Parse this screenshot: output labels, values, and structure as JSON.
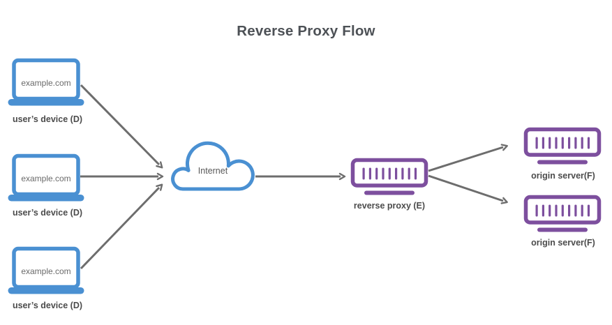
{
  "title": "Reverse Proxy Flow",
  "colors": {
    "device_blue": "#4a90d2",
    "server_purple": "#7d4f9e",
    "arrow_gray": "#6d6d6d",
    "title_text": "#4d5156",
    "label_text": "#4b4b4b",
    "muted_text": "#6a6a6a"
  },
  "nodes": {
    "devices": [
      {
        "screen_text": "example.com",
        "label": "user’s device (D)"
      },
      {
        "screen_text": "example.com",
        "label": "user’s device (D)"
      },
      {
        "screen_text": "example.com",
        "label": "user’s device (D)"
      }
    ],
    "internet": {
      "label": "Internet"
    },
    "reverse_proxy": {
      "label": "reverse proxy (E)"
    },
    "origin_servers": [
      {
        "label": "origin server(F)"
      },
      {
        "label": "origin server(F)"
      }
    ]
  },
  "edges": [
    {
      "from": "user-device-1",
      "to": "internet"
    },
    {
      "from": "user-device-2",
      "to": "internet"
    },
    {
      "from": "user-device-3",
      "to": "internet"
    },
    {
      "from": "internet",
      "to": "reverse-proxy"
    },
    {
      "from": "reverse-proxy",
      "to": "origin-server-1"
    },
    {
      "from": "reverse-proxy",
      "to": "origin-server-2"
    }
  ]
}
